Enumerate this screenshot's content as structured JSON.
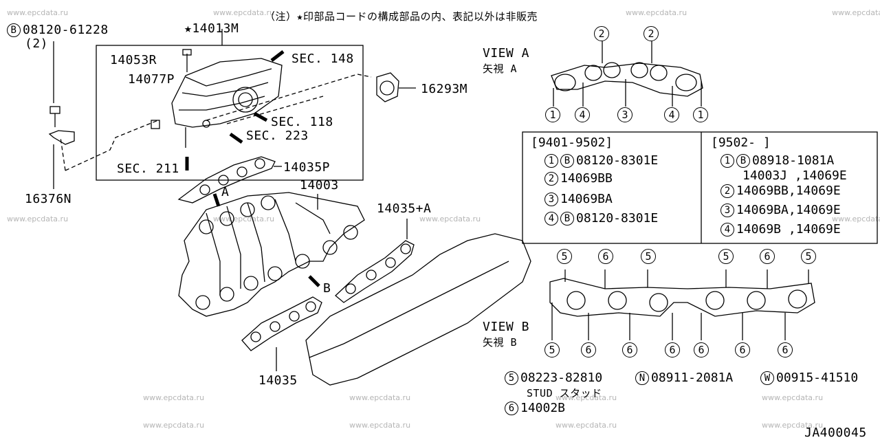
{
  "watermark": "www.epcdata.ru",
  "note": "（注）★印部品コードの構成部品の内、表記以外は非販売",
  "bolt_top": {
    "symbol": "B",
    "part": "08120-61228",
    "qty": "(2)"
  },
  "parts": {
    "p14013M": "★14013M",
    "p14053R": "14053R",
    "p14077P": "14077P",
    "sec148": "SEC. 148",
    "sec118": "SEC. 118",
    "sec223": "SEC. 223",
    "sec211": "SEC. 211",
    "p16293M": "16293M",
    "p14035P": "14035P",
    "p14003": "14003",
    "p14035A": "14035+A",
    "p14035": "14035",
    "p16376N": "16376N",
    "arrowA": "A",
    "arrowB": "B"
  },
  "view_a": {
    "title": "VIEW A",
    "sub": "矢視  A"
  },
  "view_b": {
    "title": "VIEW B",
    "sub": "矢視  B"
  },
  "table": {
    "left_header": "[9401-9502]",
    "right_header": "[9502-     ]",
    "left_rows": [
      {
        "num": "1",
        "sym": "B",
        "text": "08120-8301E"
      },
      {
        "num": "2",
        "sym": "",
        "text": "14069BB"
      },
      {
        "num": "3",
        "sym": "",
        "text": "14069BA"
      },
      {
        "num": "4",
        "sym": "B",
        "text": "08120-8301E"
      }
    ],
    "right_rows": [
      {
        "num": "1",
        "sym": "B",
        "text": "08918-1081A"
      },
      {
        "num": "",
        "sym": "",
        "text": "14003J ,14069E"
      },
      {
        "num": "2",
        "sym": "",
        "text": "14069BB,14069E"
      },
      {
        "num": "3",
        "sym": "",
        "text": "14069BA,14069E"
      },
      {
        "num": "4",
        "sym": "",
        "text": "14069B ,14069E"
      }
    ]
  },
  "legend": {
    "stud_num": "5",
    "stud_part": "08223-82810",
    "stud_label": "STUD  スタッド",
    "n_sym": "N",
    "n_part": "08911-2081A",
    "w_sym": "W",
    "w_part": "00915-41510",
    "nut_num": "6",
    "nut_part": "14002B"
  },
  "view_a_nums": {
    "top": [
      "2",
      "2"
    ],
    "bottom": [
      "1",
      "4",
      "3",
      "4",
      "1"
    ]
  },
  "view_b_nums": {
    "top": [
      "5",
      "6",
      "5",
      "5",
      "6",
      "5"
    ],
    "bottom": [
      "5",
      "6",
      "6",
      "6",
      "6",
      "6",
      "6"
    ]
  },
  "diagram_code": "JA400045"
}
